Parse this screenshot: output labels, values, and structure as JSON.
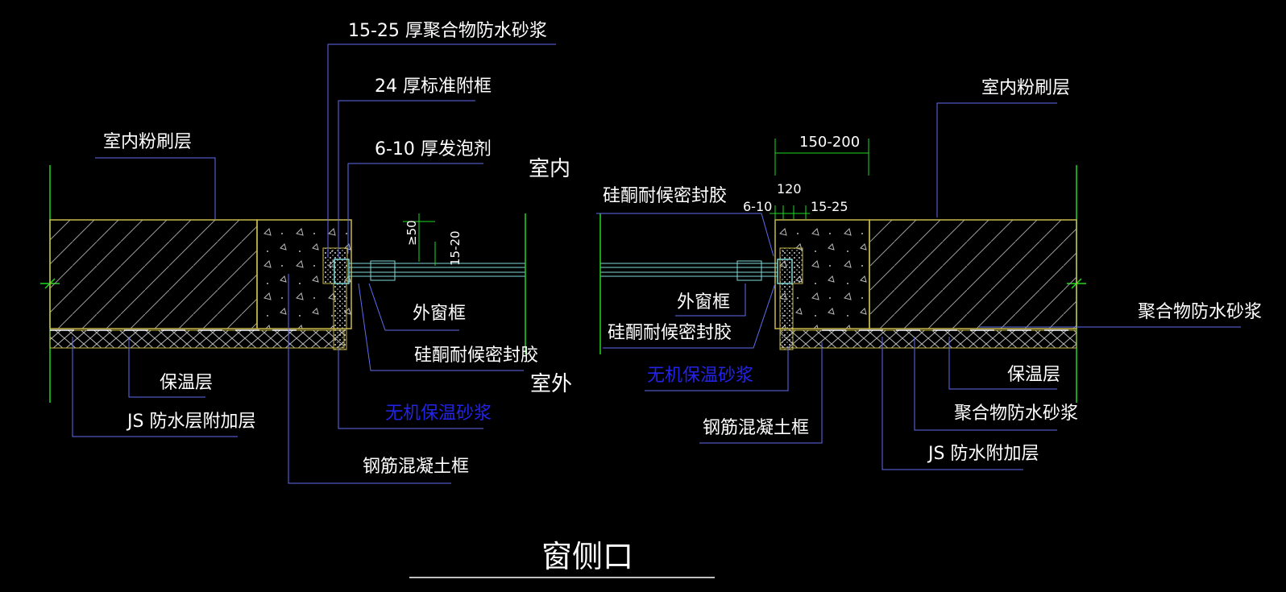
{
  "title": "窗侧口",
  "colors": {
    "background": "#000000",
    "leader": "#5f6df0",
    "wall_edge": "#c8b94a",
    "hatch": "#9a9a9a",
    "glass": "#7ed7d7",
    "green": "#1fd81f",
    "blue_label": "#2323e6",
    "white": "#ffffff"
  },
  "labels": {
    "l_polymer_15_25": "15-25  厚聚合物防水砂浆",
    "l_std_frame": "24 厚标准附框",
    "l_foam": "6-10  厚发泡剂",
    "l_indoor": "室内",
    "l_plaster": "室内粉刷层",
    "l_outer_frame": "外窗框",
    "l_sealant": "硅酮耐候密封胶",
    "l_outdoor": "室外",
    "l_insulation": "保温层",
    "l_js_extra": "JS 防水层附加层",
    "l_inorganic": "无机保温砂浆",
    "l_rc_frame": "钢筋混凝土框",
    "r_plaster": "室内粉刷层",
    "r_150_200": "150-200",
    "r_sealant_top": "硅酮耐候密封胶",
    "r_120": "120",
    "r_6_10": "6-10",
    "r_15_25": "15-25",
    "r_outer_frame": "外窗框",
    "r_sealant": "硅酮耐候密封胶",
    "r_polymer": "聚合物防水砂浆",
    "r_inorganic": "无机保温砂浆",
    "r_insulation": "保温层",
    "r_polymer2": "聚合物防水砂浆",
    "r_rc_frame": "钢筋混凝土框",
    "r_js": "JS 防水附加层",
    "d_50": "≥50",
    "d_15_20": "15-20"
  }
}
